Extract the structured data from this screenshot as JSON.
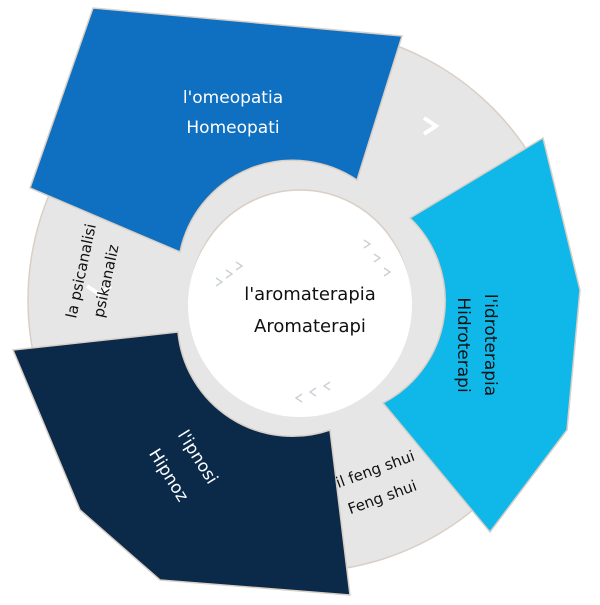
{
  "center": {
    "line1": "l'aromaterapia",
    "line2": "Aromaterapi"
  },
  "segments": [
    {
      "line1": "l'omeopatia",
      "line2": "Homeopati",
      "color": "#0f6fc0"
    },
    {
      "line1": "l'idroterapia",
      "line2": "Hidroterapi",
      "color": "#10b8ea"
    },
    {
      "line1": "l'ipnosi",
      "line2": "Hipnoz",
      "color": "#0b2a4a"
    }
  ],
  "connectors": [
    {
      "line1": "il feng shui",
      "line2": "Feng shui"
    },
    {
      "line1": "la psicanalisi",
      "line2": "psikanaliz"
    }
  ],
  "colors": {
    "connector_fill": "#e6e6e6",
    "outline": "#d9cfc6",
    "center_text": "#111111",
    "segment_text": "#ffffff"
  }
}
